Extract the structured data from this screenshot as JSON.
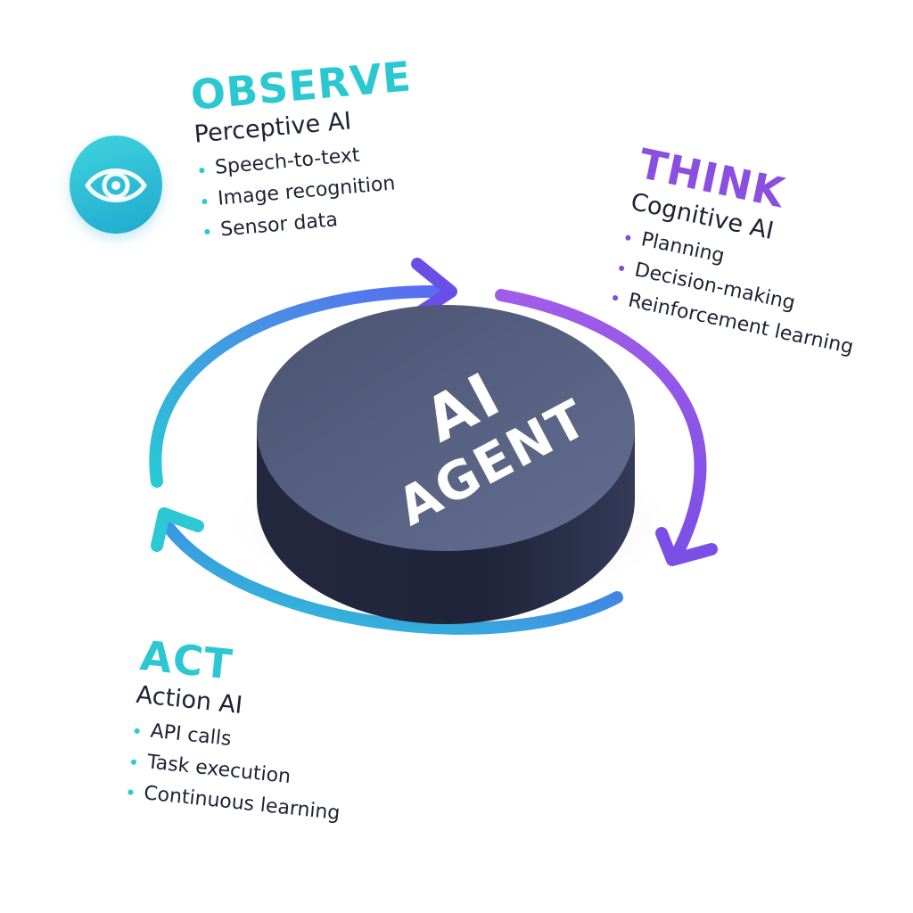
{
  "center": {
    "line1": "AI",
    "line2": "AGENT"
  },
  "stages": {
    "observe": {
      "title": "OBSERVE",
      "subtitle": "Perceptive AI",
      "items": [
        "Speech-to-text",
        "Image recognition",
        "Sensor data"
      ],
      "icon": "eye-icon"
    },
    "think": {
      "title": "THINK",
      "subtitle": "Cognitive AI",
      "items": [
        "Planning",
        "Decision-making",
        "Reinforcement learning"
      ]
    },
    "act": {
      "title": "ACT",
      "subtitle": "Action AI",
      "items": [
        "API calls",
        "Task execution",
        "Continuous learning"
      ]
    }
  },
  "colors": {
    "teal": "#2cc8d2",
    "purple": "#8a4fe0",
    "blue": "#4f6ff0",
    "puck_top": "#566080",
    "puck_side": "#2a2f4a",
    "text": "#1d2233"
  }
}
